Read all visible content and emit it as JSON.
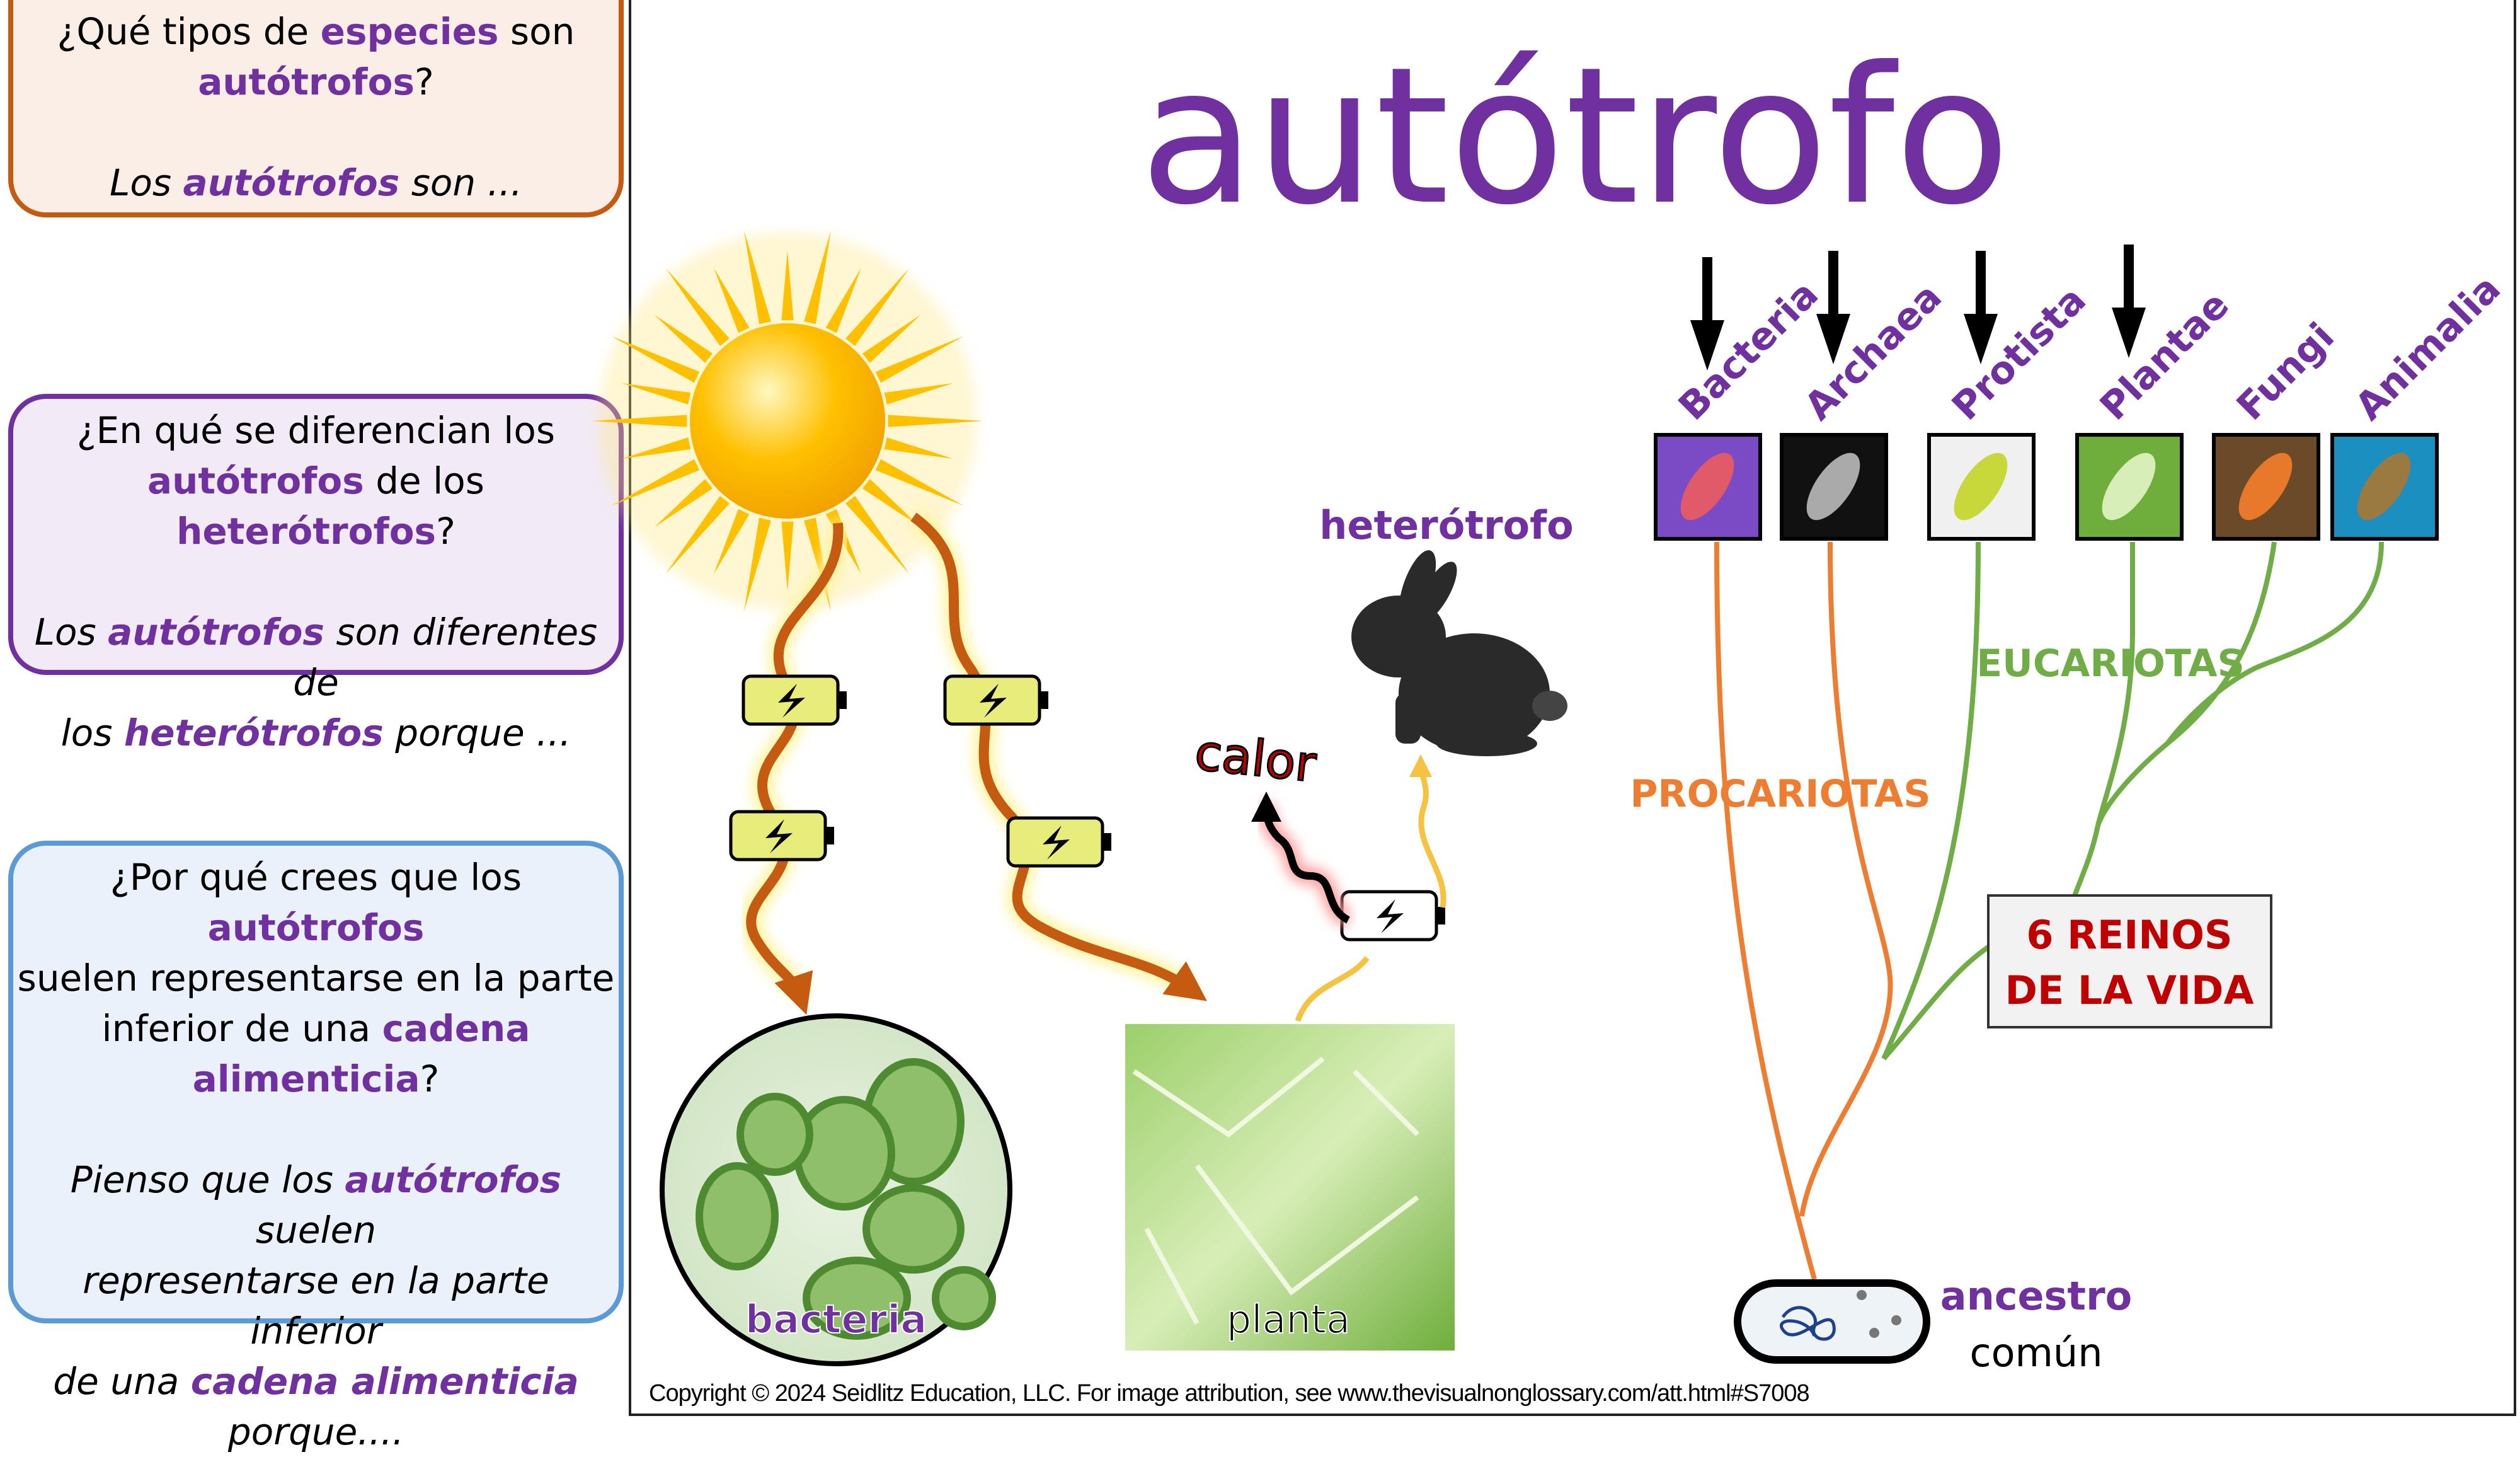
{
  "left_panel": {
    "q1": {
      "l1a": "¿Qué tipos de ",
      "l1b": "especies",
      "l1c": " son",
      "l2a": "autótrofos",
      "l2b": "?",
      "l3a": "Los ",
      "l3b": "autótrofos",
      "l3c": " son ..."
    },
    "q2": {
      "l1": "¿En qué se diferencian los",
      "l2a": "autótrofos",
      "l2b": " de los ",
      "l2c": "heterótrofos",
      "l2d": "?",
      "l3a": "Los ",
      "l3b": "autótrofos",
      "l3c": " son diferentes de",
      "l4a": "los ",
      "l4b": "heterótrofos",
      "l4c": " porque ..."
    },
    "q3": {
      "l1a": "¿Por qué crees que los ",
      "l1b": "autótrofos",
      "l2": "suelen representarse en la parte",
      "l3a": "inferior de una ",
      "l3b": "cadena",
      "l4a": "alimenticia",
      "l4b": "?",
      "l5a": "Pienso que los ",
      "l5b": "autótrofos",
      "l5c": " suelen",
      "l6": "representarse en la parte inferior",
      "l7a": "de una ",
      "l7b": "cadena alimenticia",
      "l8": "porque...."
    }
  },
  "main": {
    "title": "autótrofo",
    "heterotroph_label": "heterótrofo",
    "heat_label": "calor",
    "bacteria_label": "bacteria",
    "plant_label": "planta",
    "kingdoms": [
      "Bacteria",
      "Archaea",
      "Protista",
      "Plantae",
      "Fungi",
      "Animalia"
    ],
    "prokaryotes": "PROCARIOTAS",
    "eukaryotes": "EUCARIOTAS",
    "box_line1": "6 REINOS",
    "box_line2": "DE LA VIDA",
    "ancestor_line1": "ancestro",
    "ancestor_line2": "común",
    "copyright": "Copyright © 2024 Seidlitz Education, LLC.  For image attribution, see www.thevisualnonglossary.com/att.html#S7008"
  },
  "colors": {
    "purple": "#7030a0",
    "orange": "#ed7d31",
    "green": "#70ad47",
    "red": "#c00000"
  }
}
